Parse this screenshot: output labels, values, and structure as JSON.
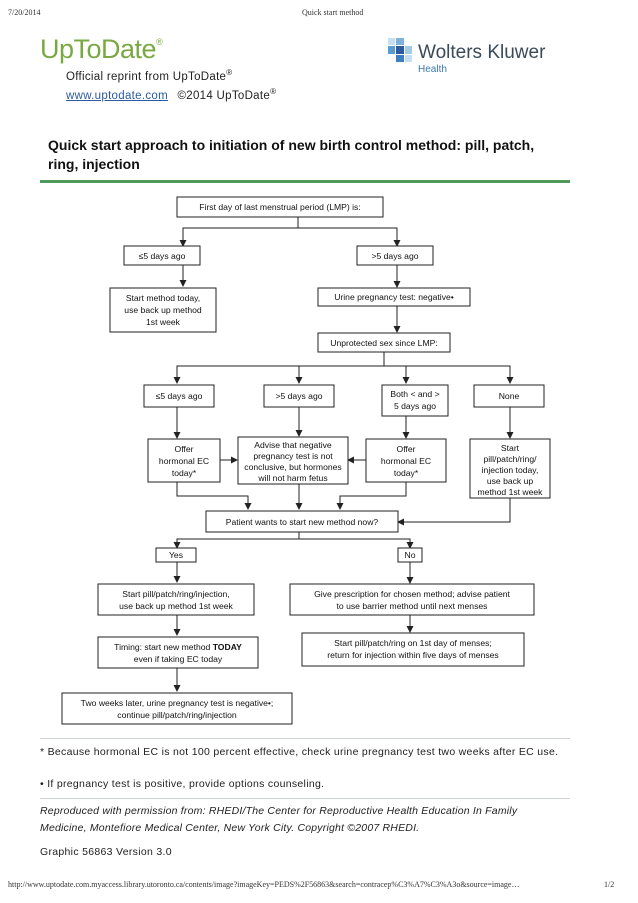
{
  "header": {
    "date": "7/20/2014",
    "title": "Quick start method"
  },
  "logos": {
    "uptodate": "UpToDate",
    "uptodate_mark": "®",
    "wk_name": "Wolters Kluwer",
    "wk_sub": "Health"
  },
  "reprint": {
    "line1": "Official reprint from UpToDate",
    "line1_mark": "®",
    "link": "www.uptodate.com",
    "copyright": "©2014 UpToDate",
    "copyright_mark": "®"
  },
  "title": "Quick start approach to initiation of new birth control method: pill, patch, ring, injection",
  "flow": {
    "lmp": "First day of last menstrual period (LMP) is:",
    "le5": "≤5 days ago",
    "gt5": ">5 days ago",
    "start_today": [
      "Start method today,",
      "use back up method",
      "1st week"
    ],
    "urine": "Urine pregnancy test: negative•",
    "unprotected": "Unprotected sex since LMP:",
    "u_le5": "≤5 days ago",
    "u_gt5": ">5 days ago",
    "u_both": [
      "Both < and >",
      "5 days ago"
    ],
    "u_none": "None",
    "offer_ec": [
      "Offer",
      "hormonal EC",
      "today*"
    ],
    "advise": [
      "Advise that negative",
      "pregnancy test is not",
      "conclusive, but hormones",
      "will not harm fetus"
    ],
    "offer_ec2": [
      "Offer",
      "hormonal EC",
      "today*"
    ],
    "start_none": [
      "Start",
      "pill/patch/ring/",
      "injection today,",
      "use back up",
      "method 1st week"
    ],
    "wants": "Patient wants to start new method now?",
    "yes": "Yes",
    "no": "No",
    "start_yes": [
      "Start pill/patch/ring/injection,",
      "use back up method 1st week"
    ],
    "prescription": [
      "Give prescription for chosen method; advise patient",
      "to use barrier method until next menses"
    ],
    "timing_a": "Timing: start new method ",
    "timing_b": "TODAY",
    "timing_c": "even if taking EC today",
    "menses": [
      "Start pill/patch/ring on 1st day of menses;",
      "return for injection within five days of menses"
    ],
    "two_weeks": [
      "Two weeks later, urine pregnancy test is negative•;",
      "continue pill/patch/ring/injection"
    ]
  },
  "footnotes": {
    "fn1": "* Because hormonal EC is not 100 percent effective, check urine pregnancy test two weeks after EC use.",
    "fn2": "• If pregnancy test is positive, provide options counseling."
  },
  "credit": {
    "line1": "Reproduced with permission from: RHEDI/The Center for Reproductive Health Education In Family",
    "line2": "Medicine, Montefiore Medical Center, New York City. Copyright ©2007 RHEDI."
  },
  "graphic": "Graphic 56863 Version 3.0",
  "footer": {
    "url": "http://www.uptodate.com.myaccess.library.utoronto.ca/contents/image?imageKey=PEDS%2F56863&search=contracep%C3%A7%C3%A3o&source=image…",
    "page": "1/2"
  },
  "colors": {
    "accent_green": "#4e9a5c",
    "logo_green": "#7aa843",
    "link_blue": "#2b5aa0"
  }
}
